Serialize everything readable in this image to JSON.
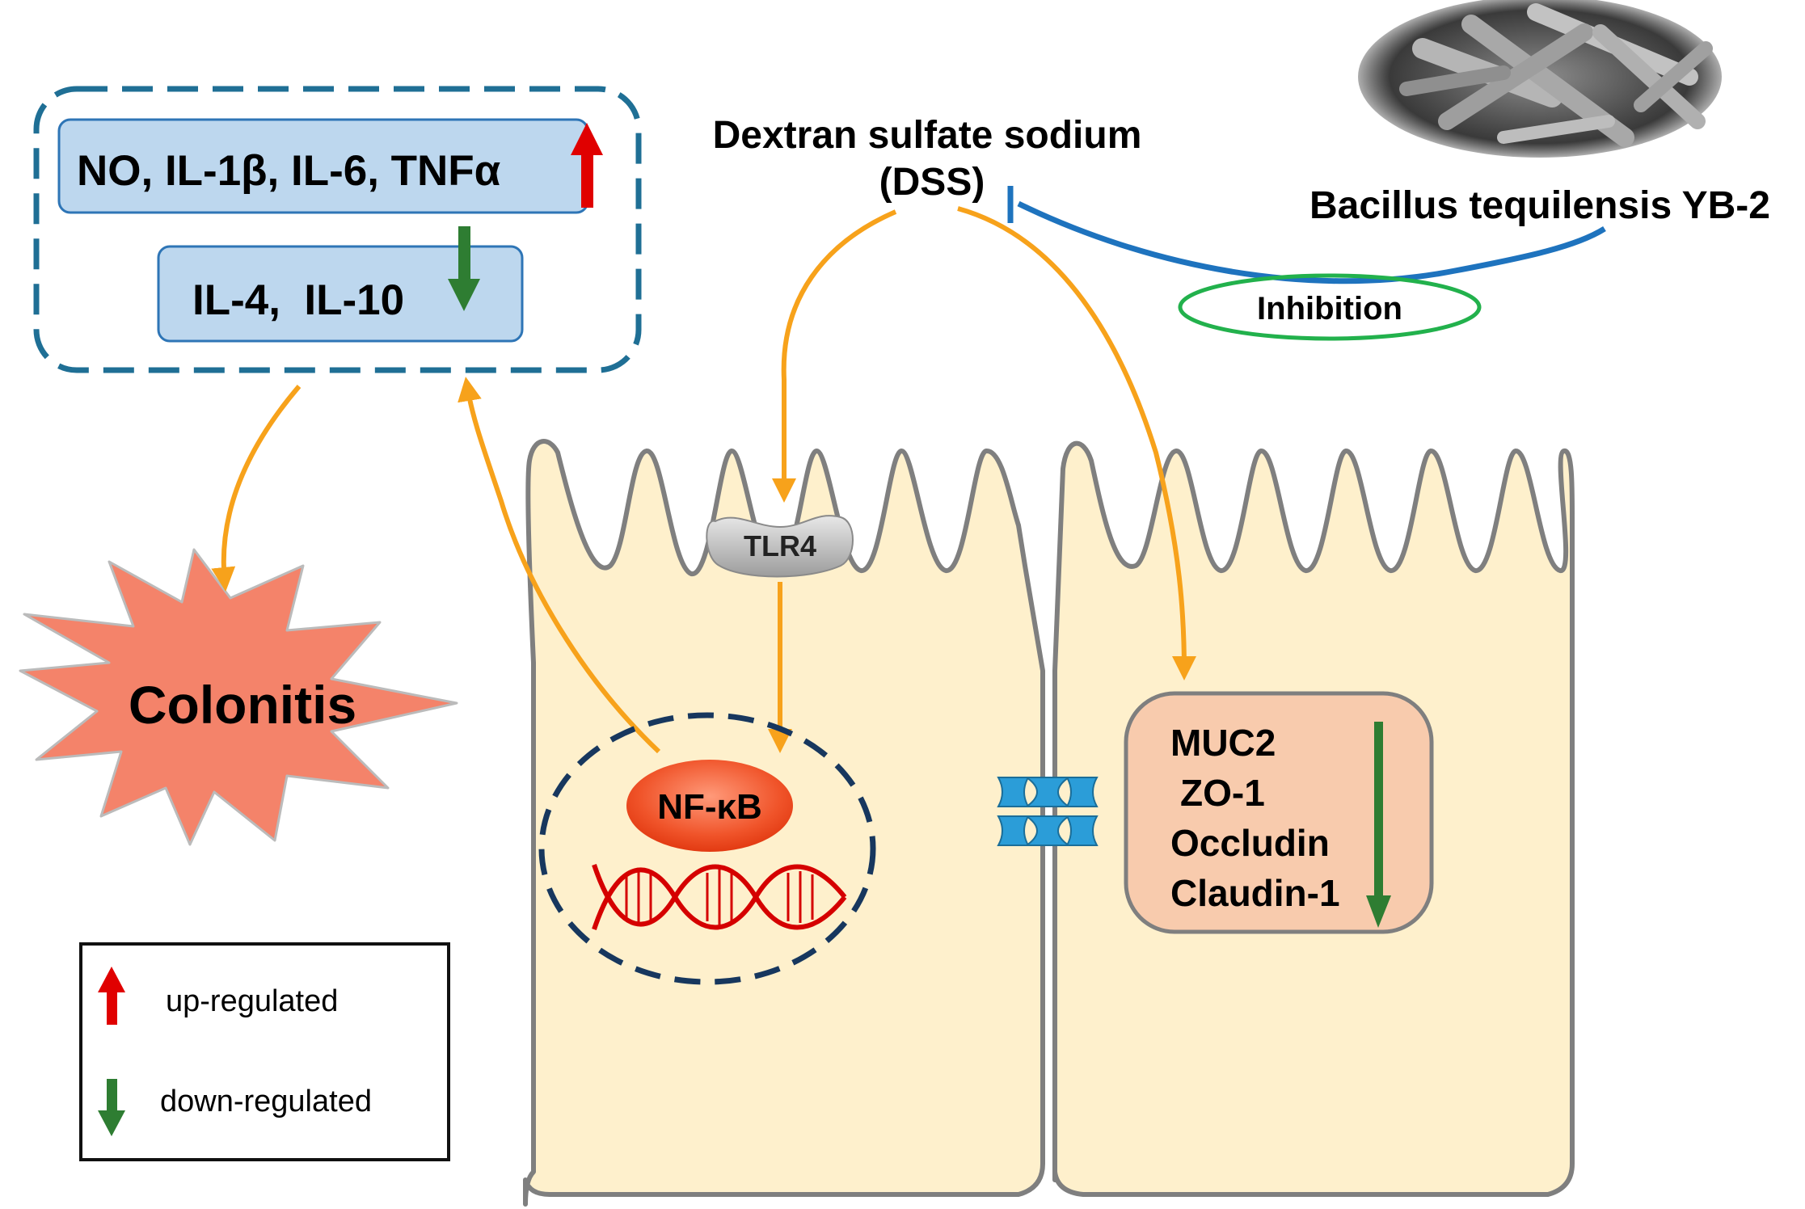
{
  "colors": {
    "arrow_orange": "#F7A21B",
    "cell_fill": "#FEF0CC",
    "cell_stroke": "#7F7F7F",
    "cytokine_box": "#BDD7EE",
    "dashed_box": "#1F6F95",
    "nucleus_dash": "#17375E",
    "colonitis_fill": "#F4836A",
    "junction_box_fill": "#F8CBAD",
    "up_arrow": "#E00000",
    "down_arrow": "#2E7D32",
    "inhibition_line": "#1E73BE",
    "inhibition_ellipse": "#22B14C",
    "dna": "#D50000",
    "nfkb": "#F0542A",
    "tight_junction": "#2B9DD8"
  },
  "cytokines": {
    "up_label": "NO, IL-1β, IL-6, TNFα",
    "down_label": "IL-4,  IL-10"
  },
  "dss": {
    "line1": "Dextran sulfate sodium",
    "line2": "(DSS)"
  },
  "bacteria": {
    "label": "Bacillus tequilensis YB-2"
  },
  "inhibition": {
    "label": "Inhibition"
  },
  "tlr4": {
    "label": "TLR4"
  },
  "nfkb": {
    "label": "NF-κB"
  },
  "colonitis": {
    "label": "Colonitis"
  },
  "junction_proteins": {
    "items": [
      "MUC2",
      "ZO-1",
      "Occludin",
      "Claudin-1"
    ]
  },
  "legend": {
    "up": "up-regulated",
    "down": "down-regulated"
  }
}
